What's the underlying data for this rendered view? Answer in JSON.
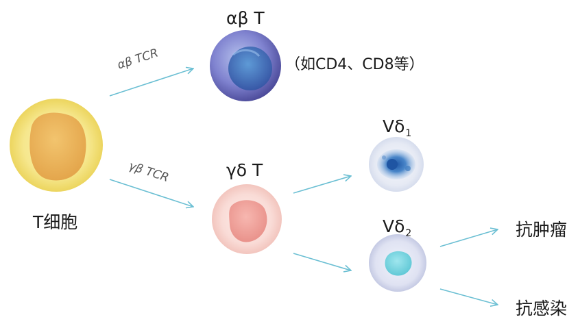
{
  "labels": {
    "t_cell": "T细胞",
    "ab_tcr": "αβ TCR",
    "gd_tcr": "γβ TCR",
    "ab_t": "αβ T",
    "ab_note": "（如CD4、CD8等）",
    "gd_t": "γδ T",
    "vd1_main": "Vδ",
    "vd1_sub": "1",
    "vd2_main": "Vδ",
    "vd2_sub": "2",
    "anti_tumor": "抗肿瘤",
    "anti_infection": "抗感染"
  },
  "colors": {
    "arrow": "#6bbfd3",
    "t_cell": "#f1dc6a",
    "ab_t_cell": "#5a5db0",
    "gd_t_cell": "#f3c3bd",
    "vd1_cell": "#2f6bb5",
    "vd2_cell": "#6ed0dc"
  }
}
